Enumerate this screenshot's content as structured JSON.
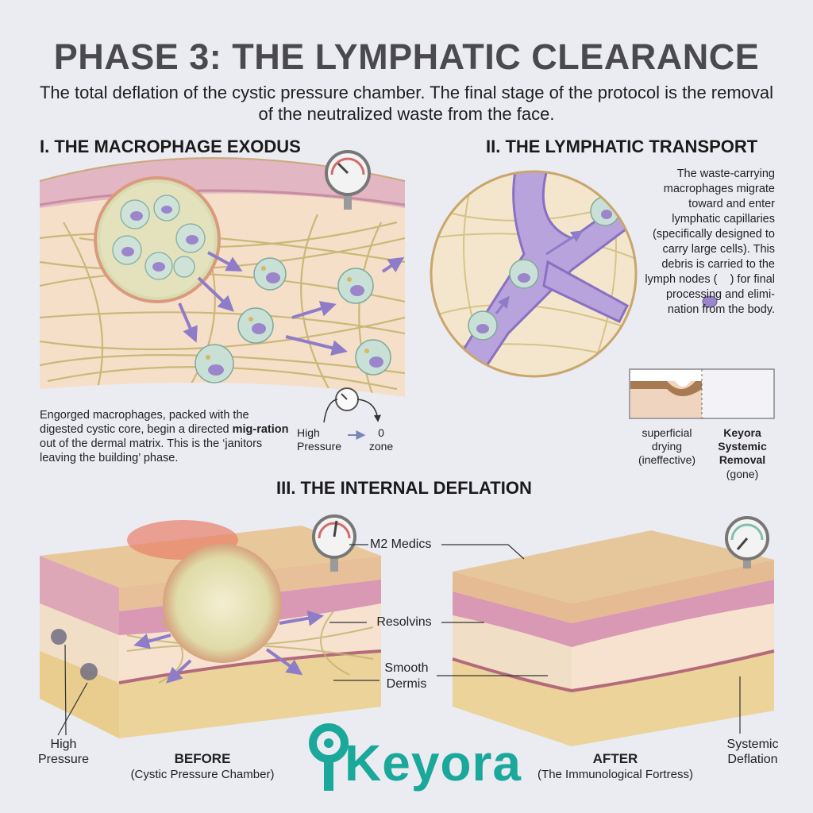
{
  "header": {
    "title": "PHASE 3: THE LYMPHATIC CLEARANCE",
    "subtitle": "The total deflation of the cystic pressure chamber. The final stage of the protocol is the removal of the neutralized waste from the face."
  },
  "section1": {
    "heading": "I. THE MACROPHAGE EXODUS",
    "desc_a": "Engorged macrophages, packed with the digested cystic core, begin a directed ",
    "desc_b": "mig-ration",
    "desc_c": " out of the dermal matrix. This is the ‘janitors leaving the building’ phase.",
    "gauge_label_left": "High Pressure",
    "gauge_label_right": "0 zone"
  },
  "section2": {
    "heading": "II. THE LYMPHATIC TRANSPORT",
    "desc_a": "The waste-carrying macrophages migrate toward and enter lymphatic capillaries (specifically designed to carry large cells). This debris is carried to the lymph nodes (",
    "desc_b": ") for final processing and elimi-nation from the body.",
    "compare_left": "superficial drying (ineffective)",
    "compare_right_bold": "Keyora Systemic Removal",
    "compare_right_note": "(gone)"
  },
  "section3": {
    "heading": "III. THE INTERNAL DEFLATION",
    "labels": [
      "M2 Medics",
      "Resolvins",
      "Smooth Dermis"
    ],
    "left_note": "High Pressure",
    "right_note": "Systemic Deflation",
    "before_title": "BEFORE",
    "before_sub": "(Cystic Pressure Chamber)",
    "after_title": "AFTER",
    "after_sub": "(The Immunological Fortress)"
  },
  "brand": {
    "name": "Keyora",
    "color": "#1aa89a"
  },
  "colors": {
    "macrophage": "#a08fd0",
    "lymph": "#a88fd6",
    "skin": "#e9c7a0",
    "dermis_pink": "#d79ab2"
  }
}
